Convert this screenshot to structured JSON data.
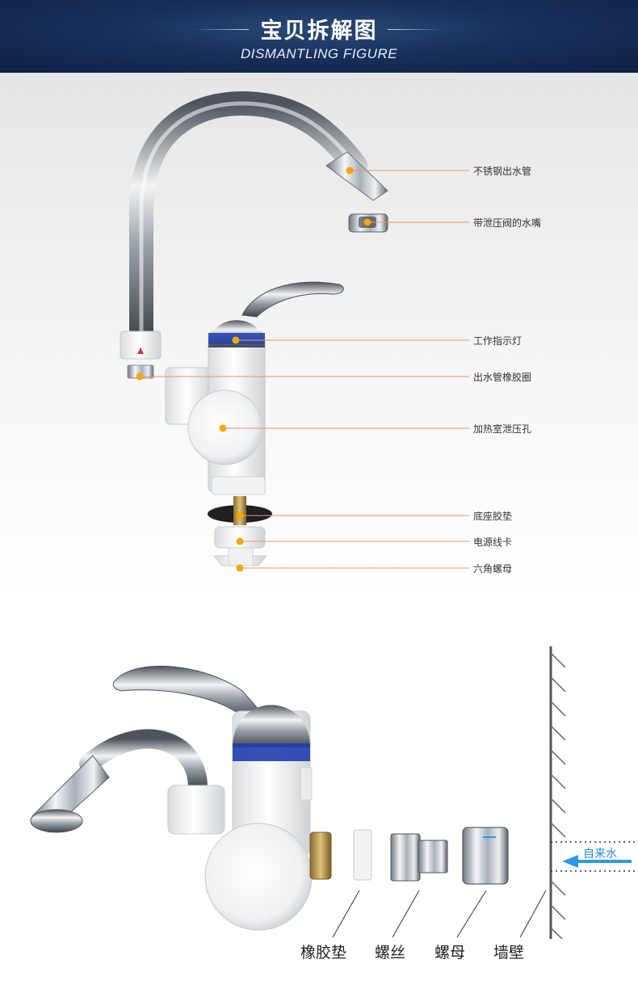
{
  "header": {
    "title": "宝贝拆解图",
    "subtitle": "DISMANTLING FIGURE"
  },
  "callouts": [
    {
      "label": "不锈钢出水管"
    },
    {
      "label": "带泄压阀的水嘴"
    },
    {
      "label": "工作指示灯"
    },
    {
      "label": "出水管橡胶圈"
    },
    {
      "label": "加热室泄压孔"
    },
    {
      "label": "底座胶垫"
    },
    {
      "label": "电源线卡"
    },
    {
      "label": "六角螺母"
    }
  ],
  "install": {
    "parts": [
      {
        "label": "橡胶垫"
      },
      {
        "label": "螺丝"
      },
      {
        "label": "螺母"
      },
      {
        "label": "墙壁"
      }
    ],
    "water_label": "自来水"
  },
  "colors": {
    "header_bg": "#17305a",
    "callout_dot": "#f5a800",
    "callout_line": "#e8956a",
    "indicator_blue": "#1e3fae",
    "water_arrow": "#2a9ae6"
  }
}
